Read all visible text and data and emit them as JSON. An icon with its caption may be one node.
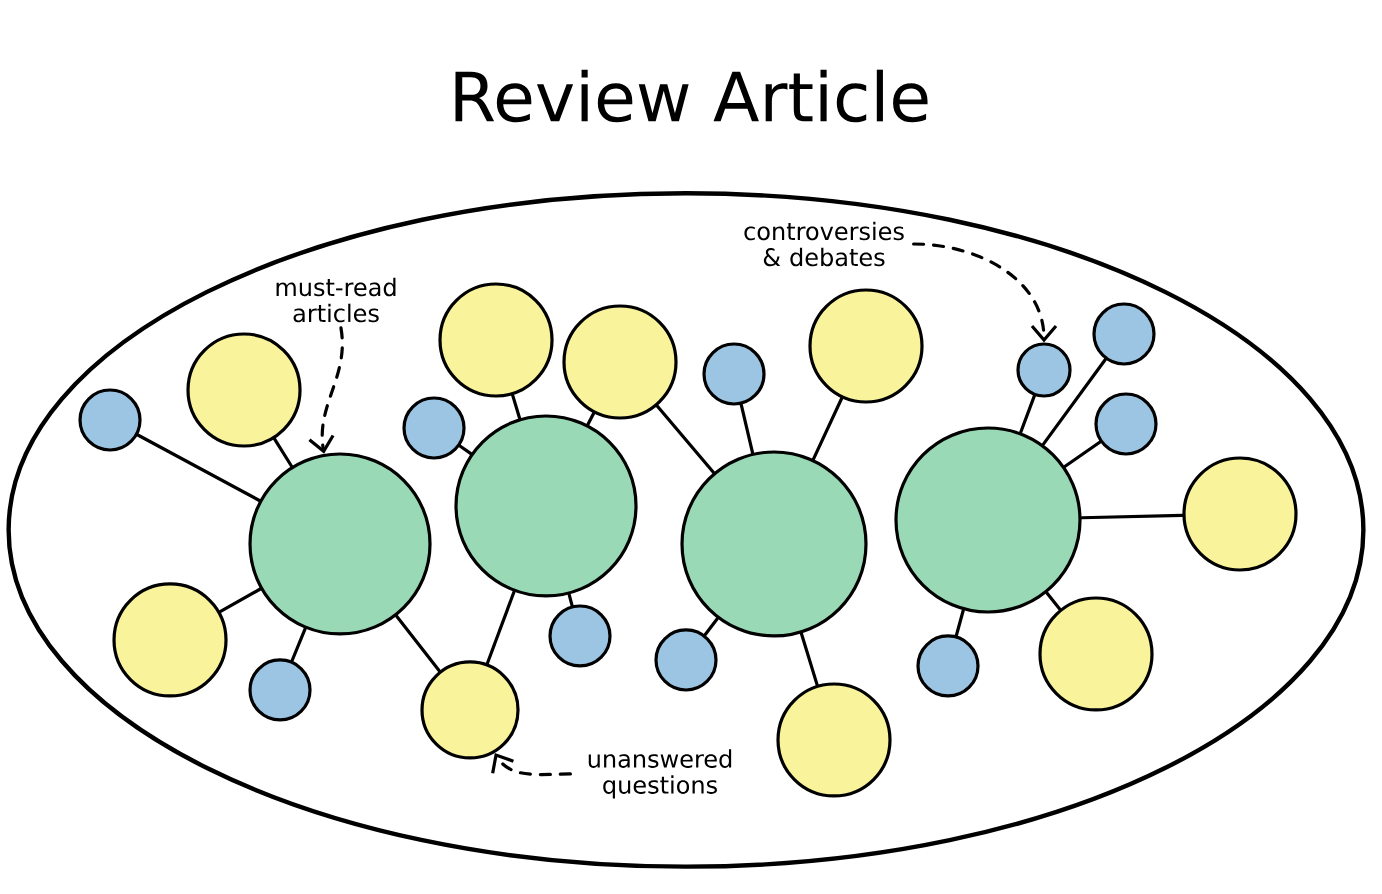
{
  "diagram": {
    "title": "Review Article",
    "nodes": [
      {
        "text": [],
        "shape": "ellipse"
      },
      {
        "text": [
          "controversies & debates"
        ],
        "in": 0
      },
      {
        "text": [
          "must-read articles"
        ],
        "in": 0
      },
      {
        "text": [],
        "shape": "circle",
        "in": 0
      },
      {
        "text": [],
        "shape": "circle",
        "in": 0
      },
      {
        "text": [],
        "shape": "circle",
        "in": 0
      },
      {
        "text": [],
        "shape": "circle",
        "in": 0
      },
      {
        "text": [],
        "shape": "circle",
        "in": 0
      },
      {
        "text": [],
        "shape": "circle",
        "in": 0
      },
      {
        "text": [],
        "shape": "circle",
        "in": 0
      },
      {
        "text": [],
        "shape": "circle",
        "in": 0
      },
      {
        "text": [],
        "shape": "circle",
        "in": 0
      },
      {
        "text": [],
        "shape": "circle",
        "in": 0
      },
      {
        "text": [],
        "shape": "circle",
        "in": 0
      },
      {
        "text": [],
        "shape": "circle",
        "in": 0
      },
      {
        "text": [],
        "shape": "circle",
        "in": 0
      },
      {
        "text": [],
        "shape": "circle",
        "in": 0
      },
      {
        "text": [],
        "shape": "circle",
        "in": 0
      },
      {
        "text": [],
        "shape": "circle",
        "in": 0
      },
      {
        "text": [],
        "shape": "circle",
        "in": 0
      },
      {
        "text": [],
        "shape": "circle",
        "in": 0
      },
      {
        "text": [],
        "shape": "circle",
        "in": 0
      },
      {
        "text": [],
        "shape": "circle",
        "in": 0
      },
      {
        "text": [],
        "shape": "circle",
        "in": 0
      },
      {
        "text": [],
        "shape": "circle",
        "in": 0
      },
      {
        "text": [],
        "shape": "circle",
        "in": 0
      },
      {
        "text": [
          "unanswered questions"
        ],
        "in": 0
      }
    ],
    "edges": [
      {
        "from": 3,
        "to": 5,
        "arrow": "none"
      },
      {
        "from": 4,
        "to": 5,
        "arrow": "none"
      },
      {
        "from": 6,
        "to": 5,
        "arrow": "none"
      },
      {
        "from": 7,
        "to": 5,
        "arrow": "none"
      },
      {
        "from": 5,
        "to": 11,
        "arrow": "none"
      },
      {
        "from": 8,
        "to": 10,
        "arrow": "none"
      },
      {
        "from": 9,
        "to": 10,
        "arrow": "none"
      },
      {
        "from": 13,
        "to": 10,
        "arrow": "none"
      },
      {
        "from": 10,
        "to": 11,
        "arrow": "none"
      },
      {
        "from": 10,
        "to": 12,
        "arrow": "none"
      },
      {
        "from": 13,
        "to": 16,
        "arrow": "none"
      },
      {
        "from": 14,
        "to": 16,
        "arrow": "none"
      },
      {
        "from": 15,
        "to": 16,
        "arrow": "none"
      },
      {
        "from": 18,
        "to": 16,
        "arrow": "none"
      },
      {
        "from": 16,
        "to": 17,
        "arrow": "none"
      },
      {
        "from": 20,
        "to": 19,
        "arrow": "none"
      },
      {
        "from": 20,
        "to": 21,
        "arrow": "none"
      },
      {
        "from": 20,
        "to": 22,
        "arrow": "none"
      },
      {
        "from": 20,
        "to": 23,
        "arrow": "none"
      },
      {
        "from": 20,
        "to": 24,
        "arrow": "none"
      },
      {
        "from": 20,
        "to": 25,
        "arrow": "none"
      },
      {
        "from": 2,
        "to": 5,
        "arrow": "to",
        "style": "dashed"
      },
      {
        "from": 1,
        "to": 21,
        "arrow": "to",
        "style": "dashed"
      },
      {
        "from": 26,
        "to": 11,
        "arrow": "to",
        "style": "dashed"
      }
    ]
  }
}
